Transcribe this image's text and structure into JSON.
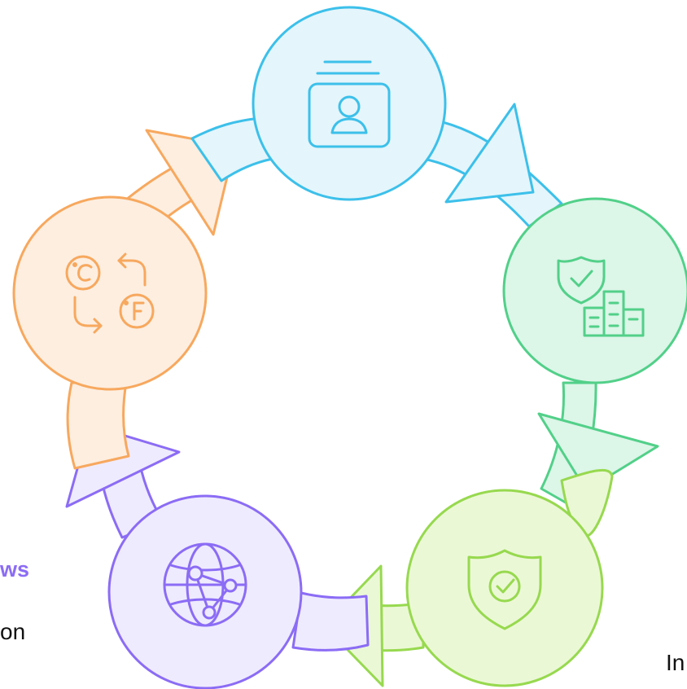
{
  "colors": {
    "cyan": "#3cc0ea",
    "cyan_fill": "#e4f5fb",
    "green": "#52d089",
    "green_fill": "#dcf6e8",
    "lime": "#97d94f",
    "lime_fill": "#ebf8d6",
    "purple": "#8b6cf5",
    "purple_fill": "#efebfe",
    "orange": "#f7a85e",
    "orange_fill": "#fdeee0"
  },
  "nodes": [
    {
      "id": "top",
      "icon": "profile-card-icon",
      "color": "cyan"
    },
    {
      "id": "right",
      "icon": "shield-building-icon",
      "color": "green"
    },
    {
      "id": "bottom-right",
      "icon": "shield-check-icon",
      "color": "lime"
    },
    {
      "id": "bottom-left",
      "icon": "globe-network-icon",
      "color": "purple"
    },
    {
      "id": "left",
      "icon": "temperature-convert-icon",
      "color": "orange"
    }
  ],
  "labels": {
    "partial_left_heading": "ws",
    "partial_left_text": "on",
    "partial_right_text": "In"
  }
}
